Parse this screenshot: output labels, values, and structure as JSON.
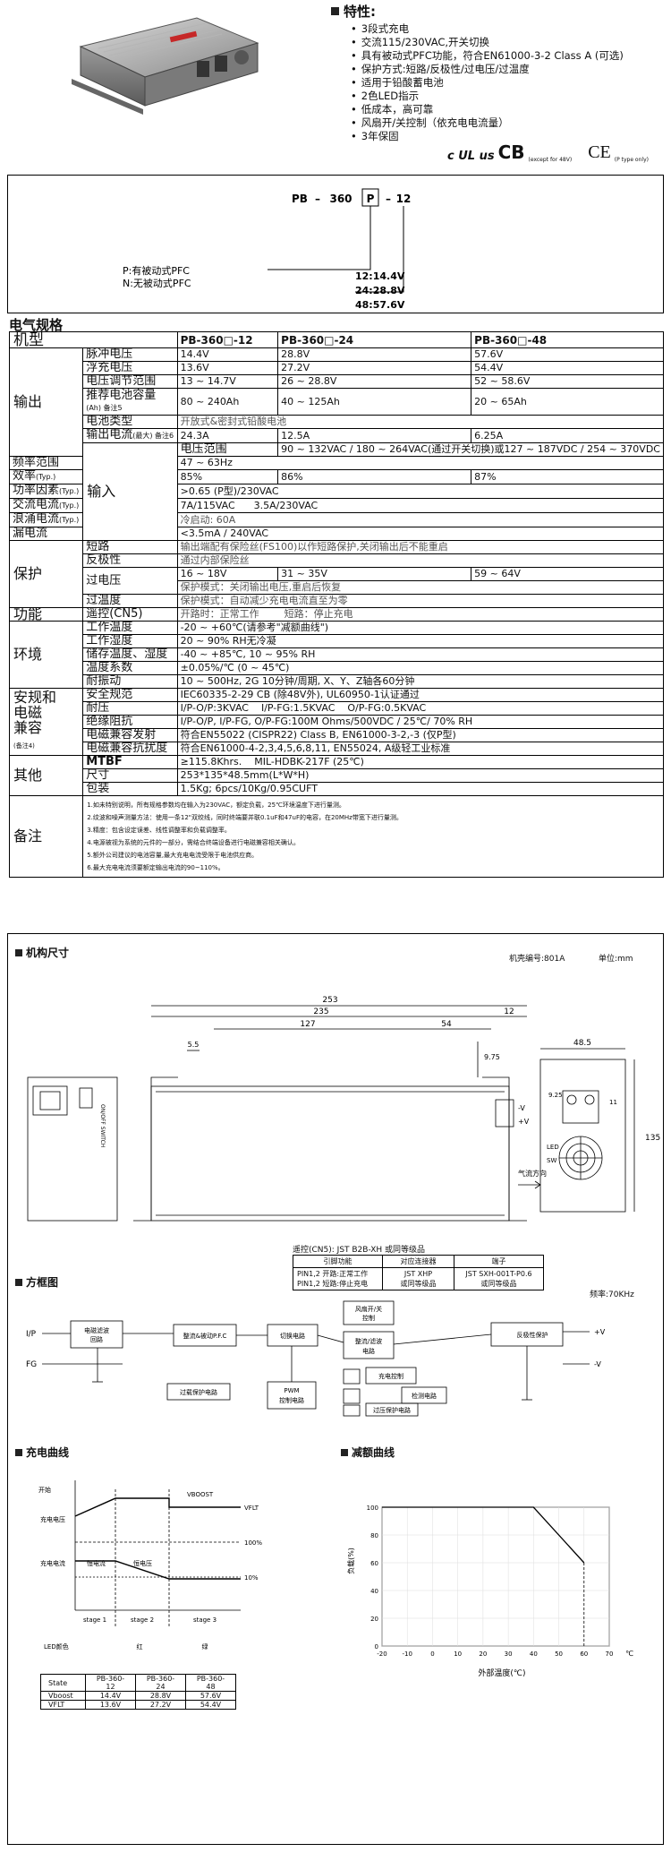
{
  "features": {
    "heading": "特性:",
    "items": [
      "3段式充电",
      "交流115/230VAC,开关切换",
      "具有被动式PFC功能，符合EN61000-3-2 Class A (可选)",
      "保护方式:短路/反极性/过电压/过温度",
      "适用于铅酸蓄电池",
      "2色LED指示",
      "低成本，高可靠",
      "风扇开/关控制（依充电电流量）",
      "3年保固"
    ],
    "cert_ul": "c UL us",
    "cert_cb": "CB",
    "cert_cb_note": "(except for 48V)",
    "cert_ce": "CE",
    "cert_ce_note": "(P type only)"
  },
  "model_code": {
    "prefix": "PB",
    "dash1": "–",
    "wattage": "360",
    "option": "P",
    "dash2": "–",
    "voltage": "12",
    "option_p": "P:有被动式PFC",
    "option_n": "N:无被动式PFC",
    "v12": "12:14.4V",
    "v24": "24:28.8V",
    "v48": "48:57.6V"
  },
  "spec": {
    "title": "电气规格",
    "header": {
      "model_label": "机型",
      "m12": "PB-360□-12",
      "m24": "PB-360□-24",
      "m48": "PB-360□-48"
    },
    "groups": {
      "output": "输出",
      "input": "输入",
      "protection": "保护",
      "function": "功能",
      "environment": "环境",
      "safety1": "安规和",
      "safety2": "电磁",
      "safety3": "兼容",
      "safety_note": "(备注4)",
      "others": "其他",
      "notes": "备注"
    },
    "rows": {
      "pulse_v": {
        "label": "脉冲电压",
        "v12": "14.4V",
        "v24": "28.8V",
        "v48": "57.6V"
      },
      "float_v": {
        "label": "浮充电压",
        "v12": "13.6V",
        "v24": "27.2V",
        "v48": "54.4V"
      },
      "v_adj": {
        "label": "电压调节范围",
        "v12": "13 ~ 14.7V",
        "v24": "26 ~ 28.8V",
        "v48": "52 ~ 58.6V"
      },
      "batt_cap": {
        "label": "推荐电池容量",
        "sub": "(Ah)  备注5",
        "v12": "80 ~ 240Ah",
        "v24": "40 ~ 125Ah",
        "v48": "20 ~ 65Ah"
      },
      "batt_type": {
        "label": "电池类型",
        "value": "开放式&密封式铅酸电池"
      },
      "out_cur": {
        "label": "输出电流",
        "sub": "(最大)  备注6",
        "v12": "24.3A",
        "v24": "12.5A",
        "v48": "6.25A"
      },
      "v_range": {
        "label": "电压范围",
        "value": "90 ~ 132VAC / 180 ~ 264VAC(通过开关切换)或127 ~ 187VDC / 254 ~ 370VDC"
      },
      "f_range": {
        "label": "频率范围",
        "value": "47 ~ 63Hz"
      },
      "eff": {
        "label": "效率",
        "sub": "(Typ.)",
        "v12": "85%",
        "v24": "86%",
        "v48": "87%"
      },
      "pf": {
        "label": "功率因素",
        "sub": "(Typ.)",
        "value": ">0.65 (P型)/230VAC"
      },
      "ac_cur": {
        "label": "交流电流",
        "sub": "(Typ.)",
        "value": "7A/115VAC      3.5A/230VAC"
      },
      "inrush": {
        "label": "浪涌电流",
        "sub": "(Typ.)",
        "value": "冷启动:  60A"
      },
      "leak": {
        "label": "漏电流",
        "value": "<3.5mA / 240VAC"
      },
      "short": {
        "label": "短路",
        "value": "输出端配有保险丝(FS100)以作短路保护,关闭输出后不能重启"
      },
      "reverse": {
        "label": "反极性",
        "value": "通过内部保险丝"
      },
      "ovp": {
        "label": "过电压",
        "v12": "16 ~ 18V",
        "v24": "31 ~ 35V",
        "v48": "59 ~ 64V",
        "mode": "保护模式：关闭输出电压,重启后恢复"
      },
      "otp": {
        "label": "过温度",
        "value": "保护模式：自动减少充电电流直至为零"
      },
      "remote": {
        "label": "遥控(CN5)",
        "value": "开路时：正常工作        短路：停止充电"
      },
      "work_temp": {
        "label": "工作温度",
        "value": "-20 ~ +60℃(请参考\"减额曲线\")"
      },
      "work_hum": {
        "label": "工作湿度",
        "value": "20 ~ 90% RH无冷凝"
      },
      "store": {
        "label": "储存温度、湿度",
        "value": "-40 ~ +85℃, 10 ~ 95% RH"
      },
      "temp_coef": {
        "label": "温度系数",
        "value": "±0.05%/℃ (0 ~ 45℃)"
      },
      "vib": {
        "label": "耐振动",
        "value": "10 ~ 500Hz, 2G 10分钟/周期, X、Y、Z轴各60分钟"
      },
      "safety_std": {
        "label": "安全规范",
        "value": "IEC60335-2-29 CB (除48V外), UL60950-1认证通过"
      },
      "withstand": {
        "label": "耐压",
        "value": "I/P-O/P:3KVAC    I/P-FG:1.5KVAC    O/P-FG:0.5KVAC"
      },
      "iso_res": {
        "label": "绝缘阻抗",
        "value": "I/P-O/P, I/P-FG, O/P-FG:100M Ohms/500VDC / 25℃/ 70% RH"
      },
      "emc_emi": {
        "label": "电磁兼容发射",
        "value": "符合EN55022 (CISPR22) Class B, EN61000-3-2,-3 (仅P型)"
      },
      "emc_ems": {
        "label": "电磁兼容抗扰度",
        "value": "符合EN61000-4-2,3,4,5,6,8,11, EN55024, A级轻工业标准"
      },
      "mtbf": {
        "label": "MTBF",
        "value": "≥115.8Khrs.    MIL-HDBK-217F (25℃)"
      },
      "dims": {
        "label": "尺寸",
        "value": "253*135*48.5mm(L*W*H)"
      },
      "pack": {
        "label": "包装",
        "value": "1.5Kg; 6pcs/10Kg/0.95CUFT"
      }
    },
    "notes": [
      "1.如未特别说明，所有规格参数均在输入为230VAC，额定负载，25℃环境温度下进行量测。",
      "2.纹波和噪声测量方法：使用一条12\"双绞线，同时终端要并联0.1uF和47uF的电容，在20MHz带宽下进行量测。",
      "3.精度：包含设定误差、线性调整率和负载调整率。",
      "4.电源被视为系统的元件的一部分，需结合终端设备进行电磁兼容相关确认。",
      "5.额外公司建议的电池容量,最大充电电流受限于电池供应商。",
      "6.最大充电电流须要额定输出电流的90~110%。"
    ]
  },
  "mech": {
    "title": "机构尺寸",
    "case_no": "机壳编号:801A",
    "unit": "单位:mm",
    "d253": "253",
    "d235": "235",
    "d12": "12",
    "d127": "127",
    "d54": "54",
    "d55": "5.5",
    "d975": "9.75",
    "d485": "48.5",
    "d135": "135",
    "d925": "9.25",
    "d11": "11",
    "airflow": "气流方向",
    "vminus": "-V",
    "vplus": "+V",
    "led": "LED",
    "sw": "SW",
    "switch_label": "ON/OFF SWITCH",
    "cn5_title": "遥控(CN5): JST B2B-XH 或同等级品",
    "cn5_head_pin": "引脚功能",
    "cn5_head_conn": "对应连接器",
    "cn5_head_term": "端子",
    "cn5_row1": "PIN1,2 开路:正常工作",
    "cn5_row2": "PIN1,2 短路:停止充电",
    "cn5_conn1": "JST XHP",
    "cn5_conn2": "或同等级品",
    "cn5_term1": "JST SXH-001T-P0.6",
    "cn5_term2": "或同等级品"
  },
  "block": {
    "title": "方框图",
    "freq": "频率:70KHz",
    "ip": "I/P",
    "fg": "FG",
    "emi": "电磁滤波\n回路",
    "emi1": "电磁滤波",
    "emi2": "回路",
    "rect_pfc": "整流&被动P.F.C",
    "switch": "切换电路",
    "fan1": "风扇开/关",
    "fan2": "控制",
    "rect_filter1": "整流/滤波",
    "rect_filter2": "电路",
    "reverse_prot": "反极性保护",
    "pwm1": "PWM",
    "pwm2": "控制电路",
    "otp": "过载保护电路",
    "charge_ctrl": "充电控制",
    "detect": "检测电路",
    "ovp": "过压保护电路",
    "plus_v": "+V",
    "minus_v": "-V"
  },
  "charge_curve": {
    "title": "充电曲线",
    "start": "开始",
    "v_charge": "充电电压",
    "c_charge": "充电电流",
    "vboost": "VBOOST",
    "vflt": "VFLT",
    "p100": "100%",
    "p10": "10%",
    "const_cur": "恒电流",
    "const_v": "恒电压",
    "stage1": "stage 1",
    "stage2": "stage 2",
    "stage3": "stage 3",
    "led": "LED颜色",
    "red": "红",
    "green": "绿",
    "table": {
      "head": [
        "State",
        "PB-360-12",
        "PB-360-24",
        "PB-360-48"
      ],
      "rows": [
        [
          "Vboost",
          "14.4V",
          "28.8V",
          "57.6V"
        ],
        [
          "VFLT",
          "13.6V",
          "27.2V",
          "54.4V"
        ]
      ]
    }
  },
  "derating": {
    "title": "减额曲线",
    "ylabel": "负载(%)",
    "xlabel": "外部温度(℃)",
    "unit_c": "℃"
  },
  "chart_data": {
    "type": "line",
    "x": [
      -20,
      40,
      60
    ],
    "series": [
      {
        "values": [
          100,
          100,
          60
        ]
      }
    ],
    "xticks": [
      -20,
      -10,
      0,
      10,
      20,
      30,
      40,
      50,
      60,
      70
    ],
    "yticks": [
      0,
      20,
      40,
      60,
      80,
      100
    ],
    "xlabel": "外部温度(℃)",
    "ylabel": "负载(%)",
    "xlim": [
      -20,
      70
    ],
    "ylim": [
      0,
      100
    ]
  },
  "colors": {
    "line": "#000000",
    "panel_bg": "#ffffff",
    "case_gray": "#9a9a9a"
  }
}
